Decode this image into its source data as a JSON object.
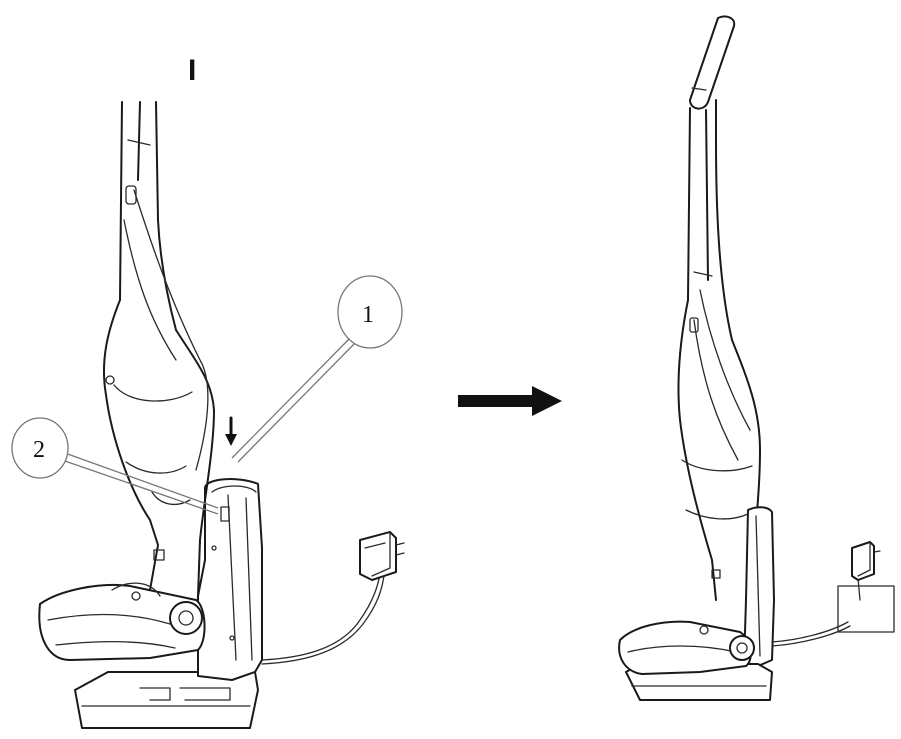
{
  "step_marker": "I",
  "callouts": [
    {
      "number": "1"
    },
    {
      "number": "2"
    }
  ],
  "arrow_icon": "right-arrow-icon",
  "insert_direction_icon": "down-arrow-icon",
  "colors": {
    "line": "#1a1a1a",
    "callout_line": "#777777",
    "background": "#ffffff"
  }
}
